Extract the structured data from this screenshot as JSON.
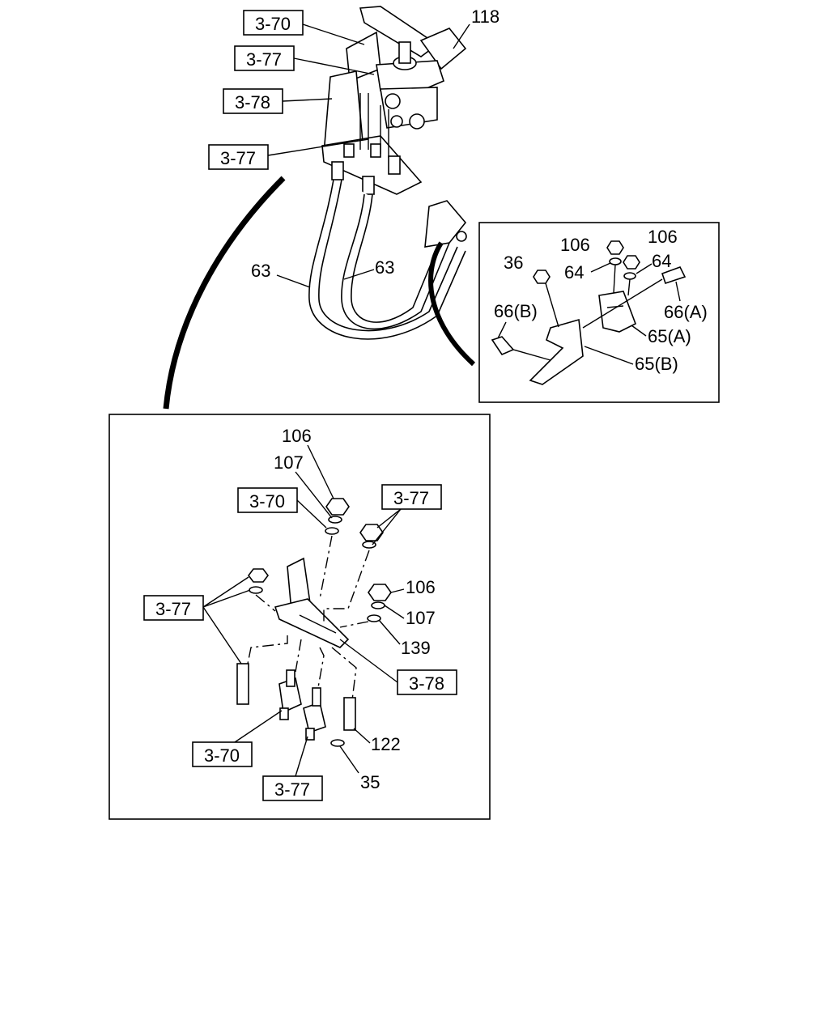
{
  "refs": {
    "top_3_70": "3-70",
    "top_3_77_a": "3-77",
    "top_3_78": "3-78",
    "top_3_77_b": "3-77",
    "bottom_3_70_a": "3-70",
    "bottom_3_77_a": "3-77",
    "bottom_3_77_b": "3-77",
    "bottom_3_78": "3-78",
    "bottom_3_70_b": "3-70",
    "bottom_3_77_c": "3-77"
  },
  "labels": {
    "top_118": "118",
    "top_63_left": "63",
    "top_63_right": "63",
    "right_106_a": "106",
    "right_106_b": "106",
    "right_36": "36",
    "right_64_a": "64",
    "right_64_b": "64",
    "right_66a": "66(A)",
    "right_66b": "66(B)",
    "right_65a": "65(A)",
    "right_65b": "65(B)",
    "bottom_106_a": "106",
    "bottom_107_a": "107",
    "bottom_106_b": "106",
    "bottom_107_b": "107",
    "bottom_139": "139",
    "bottom_122": "122",
    "bottom_35": "35"
  }
}
